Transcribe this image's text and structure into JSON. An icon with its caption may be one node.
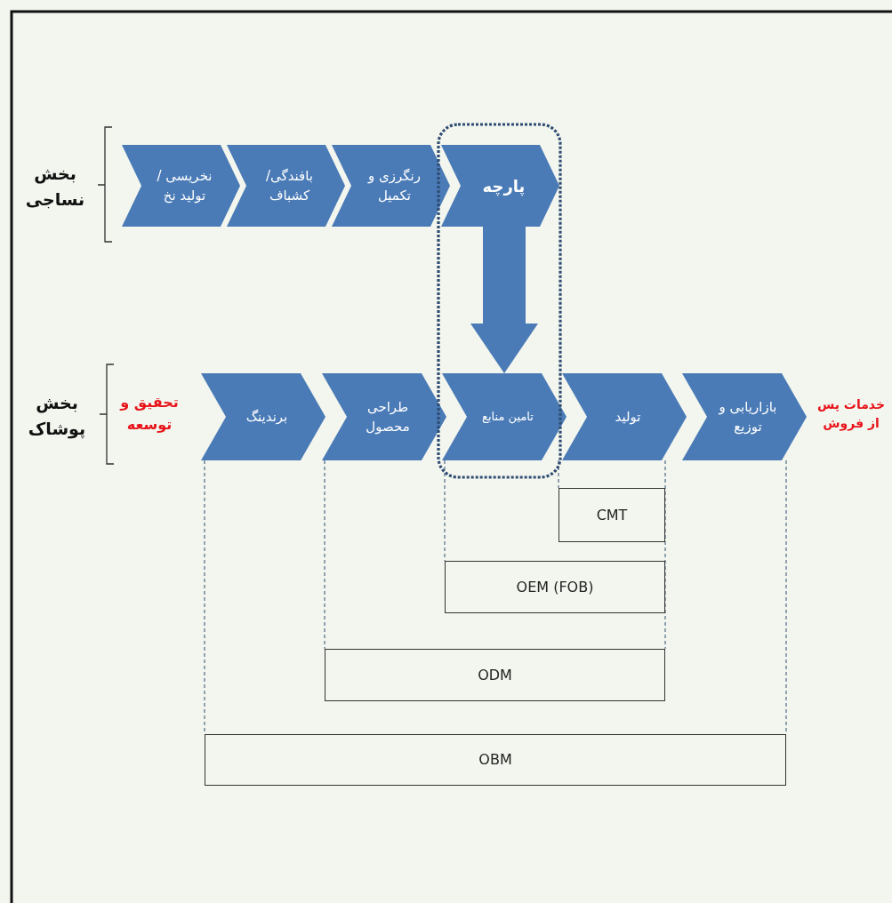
{
  "diagram": {
    "nodes": [
      {
        "text": [
          "نخریسی / تولید نخ"
        ]
      },
      {
        "text": [
          "بافندگی/ کشباف"
        ]
      },
      {
        "text": [
          "رنگرزی و تکمیل"
        ]
      },
      {
        "text": [
          "پارچه"
        ]
      },
      {
        "text": [
          "برندینگ"
        ]
      },
      {
        "text": [
          "طراحی محصول"
        ]
      },
      {
        "text": [
          "تامین منابع"
        ]
      },
      {
        "text": [
          "تولید"
        ]
      },
      {
        "text": [
          "بازاریابی و توزیع"
        ]
      },
      {
        "text": [
          "CMT"
        ]
      },
      {
        "text": [
          "OEM (FOB)"
        ]
      },
      {
        "text": [
          "ODM"
        ]
      },
      {
        "text": [
          "OBM"
        ]
      }
    ],
    "edges": [
      {
        "from": 3,
        "to": 6,
        "arrow": "to",
        "style": "thick"
      },
      {
        "from": 4,
        "to": 12,
        "arrow": "none",
        "style": "dashed"
      },
      {
        "from": 5,
        "to": 11,
        "arrow": "none",
        "style": "dashed"
      },
      {
        "from": 6,
        "to": 10,
        "arrow": "none",
        "style": "dashed"
      },
      {
        "from": 7,
        "to": 9,
        "arrow": "none",
        "style": "dashed"
      },
      {
        "from": 7,
        "to": 11,
        "arrow": "none",
        "style": "dashed"
      },
      {
        "from": 8,
        "to": 12,
        "arrow": "none",
        "style": "dashed"
      }
    ],
    "labels": [
      "بخش نساجی",
      "بخش پوشاک",
      "تحقیق و توسعه",
      "خدمات پس از فروش"
    ]
  }
}
